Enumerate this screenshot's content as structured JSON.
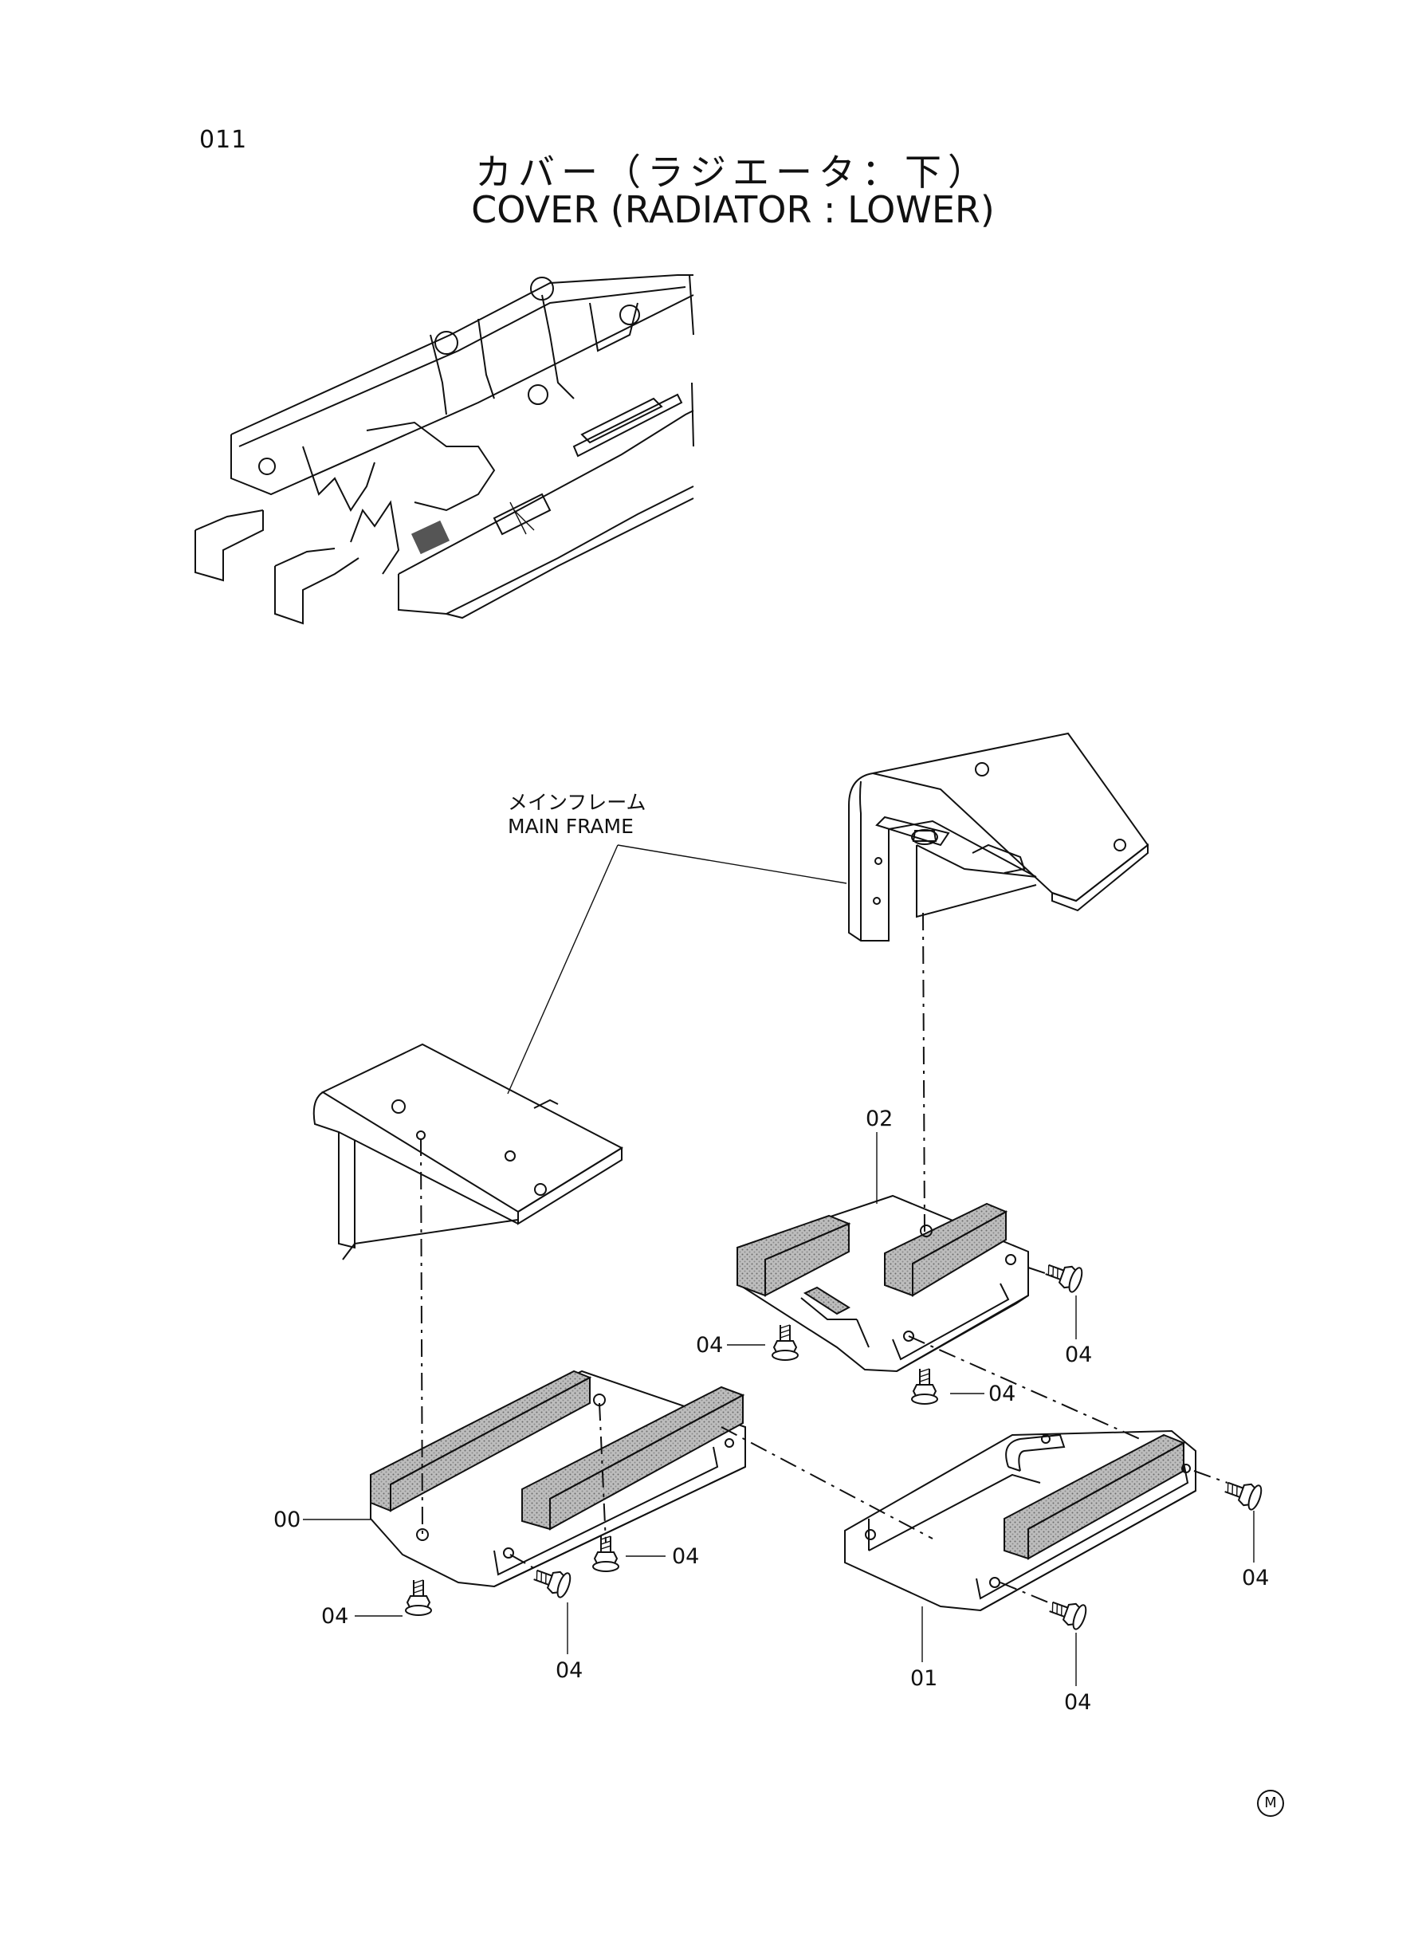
{
  "page_number": "011",
  "title": {
    "japanese": "カバー（ラジエータ：下）",
    "english": "COVER (RADIATOR : LOWER)"
  },
  "callouts": {
    "main_frame_jp": "メインフレーム",
    "main_frame_en": "MAIN FRAME",
    "part_00": "00",
    "part_01": "01",
    "part_02": "02",
    "part_04": "04"
  },
  "footer_mark": "M"
}
